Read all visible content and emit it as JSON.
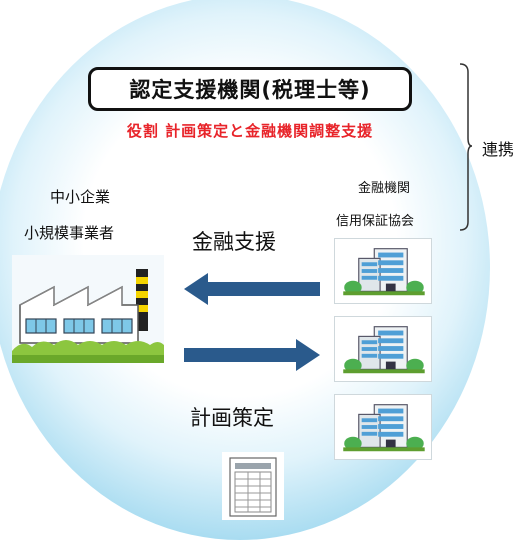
{
  "organization": {
    "name": "認定支援機関(税理士等)",
    "role": "役割  計画策定と金融機関調整支援"
  },
  "cooperation_label": "連携",
  "sme": {
    "line1": "中小企業",
    "line2": "小規模事業者"
  },
  "financial": {
    "line1": "金融機関",
    "line2": "信用保証協会"
  },
  "flows": {
    "support_label": "金融支援",
    "plan_label": "計画策定"
  },
  "icons": {
    "factory": "factory-icon",
    "building": "office-building-icon",
    "document": "document-icon",
    "arrow_left": "arrow-left-icon",
    "arrow_right": "arrow-right-icon"
  },
  "colors": {
    "circle": "#7ccbea",
    "arrow": "#2a5a8c",
    "role_text": "#e8242a"
  }
}
